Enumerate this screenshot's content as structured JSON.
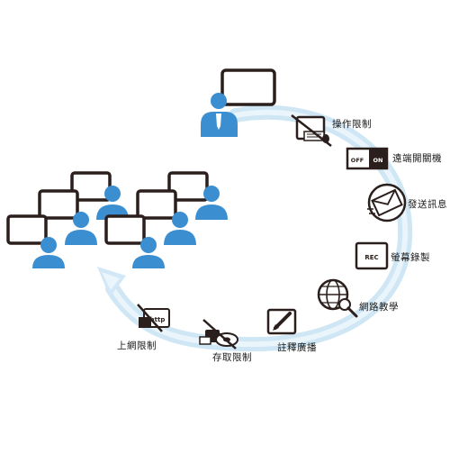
{
  "colors": {
    "accent": "#3b8fd0",
    "arc": "#cfe6f5",
    "outline": "#2a1f1c",
    "feature_bg": "#ffffff"
  },
  "teacher": {
    "icon": "teacher-at-whiteboard-icon"
  },
  "students": {
    "icon": "student-at-computer-icon",
    "count": 6
  },
  "features": [
    {
      "id": "operation-limit",
      "label": "操作限制",
      "icon": "blocked-keyboard-mouse-icon"
    },
    {
      "id": "remote-power",
      "label": "遠端開關機",
      "icon": "off-on-switch-icon",
      "off_text": "OFF",
      "on_text": "ON"
    },
    {
      "id": "send-message",
      "label": "發送訊息",
      "icon": "envelope-send-icon"
    },
    {
      "id": "screen-record",
      "label": "螢幕錄製",
      "icon": "rec-screen-icon",
      "rec_text": "REC"
    },
    {
      "id": "web-teaching",
      "label": "網路教學",
      "icon": "globe-search-icon"
    },
    {
      "id": "annotate-broadcast",
      "label": "註釋廣播",
      "icon": "pen-on-screen-icon"
    },
    {
      "id": "storage-limit",
      "label": "存取限制",
      "icon": "blocked-usb-storage-icon"
    },
    {
      "id": "web-limit",
      "label": "上網限制",
      "icon": "blocked-http-icon",
      "http_text": "http"
    }
  ]
}
